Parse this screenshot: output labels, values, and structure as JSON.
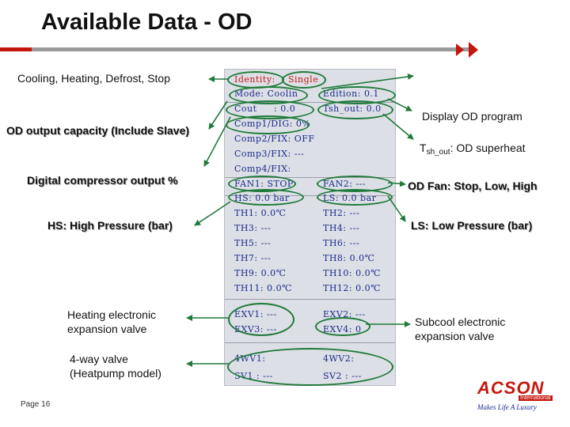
{
  "title": "Available Data - OD",
  "page_label": "Page 16",
  "brand": {
    "name": "ACSON",
    "sub": "International",
    "tagline": "Makes Life A Luxury",
    "color": "#c4170c"
  },
  "screen": {
    "identity_label": "Identity:",
    "identity_value": "Single",
    "mode": "Mode: Coolin",
    "edition": "Edition: 0.1",
    "cout": "Cout",
    "cout_value": ": 0.0",
    "tsh_out": "Tsh_out: 0.0",
    "comp1": "Comp1/DIG: 0%",
    "comp2": "Comp2/FIX: OFF",
    "comp3": "Comp3/FIX: ---",
    "comp4": "Comp4/FIX:",
    "fan1": "FAN1: STOP",
    "fan2": "FAN2: ---",
    "hs": "HS: 0.0 bar",
    "ls": "LS: 0.0 bar",
    "th_left": [
      "TH1: 0.0℃",
      "TH3: ---",
      "TH5: ---",
      "TH7: ---",
      "TH9: 0.0℃",
      "TH11: 0.0℃"
    ],
    "th_right": [
      "TH2: ---",
      "TH4: ---",
      "TH6: ---",
      "TH8: 0.0℃",
      "TH10: 0.0℃",
      "TH12: 0.0℃"
    ],
    "exv1": "EXV1: ---",
    "exv2": "EXV2: ---",
    "exv3": "EXV3: ---",
    "exv4": "EXV4: 0",
    "wv1": "4WV1:",
    "wv2": "4WV2:",
    "sv1": "SV1 : ---",
    "sv2": "SV2 : ---"
  },
  "annotations": {
    "modes": "Cooling, Heating, Defrost, Stop",
    "capacity": "OD output capacity (Include Slave)",
    "digital": "Digital compressor output %",
    "hs": "HS: High Pressure (bar)",
    "heating_exv_1": "Heating electronic",
    "heating_exv_2": "expansion valve",
    "fourway_1": "4-way valve",
    "fourway_2": "(Heatpump model)",
    "display_program": "Display OD program",
    "tsh_main": "T",
    "tsh_sub": "sh_out",
    "tsh_rest": ": OD superheat",
    "fan": "OD Fan: Stop, Low, High",
    "ls": "LS: Low Pressure (bar)",
    "subcool_1": "Subcool electronic",
    "subcool_2": "expansion valve"
  }
}
